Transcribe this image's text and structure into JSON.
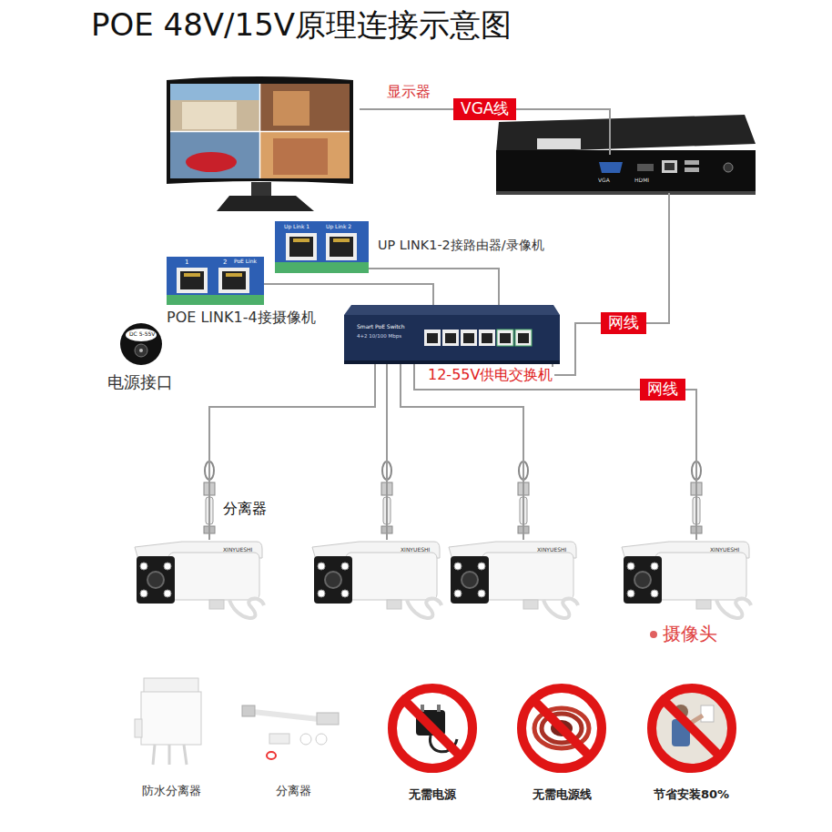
{
  "diagram": {
    "title": "POE 48V/15V原理连接示意图",
    "nodes": [
      {
        "text": [
          "显示器"
        ]
      },
      {
        "text": [
          "VGA",
          "HDMI"
        ]
      },
      {
        "text": [
          "Smart PoE Switch",
          "4+2 10/100 Mbps",
          "12-55V供电交换机"
        ]
      },
      {
        "text": [
          "Up Link 1",
          "Up Link 2",
          "UP LINK1-2接路由器/录像机"
        ]
      },
      {
        "text": [
          "1",
          "2",
          "PoE Link",
          "POE LINK1-4接摄像机"
        ]
      },
      {
        "text": [
          "DC 5-55V",
          "电源接口"
        ]
      },
      {
        "text": [
          "XINYUESHI"
        ]
      },
      {
        "text": [
          "XINYUESHI"
        ]
      },
      {
        "text": [
          "XINYUESHI"
        ]
      },
      {
        "text": [
          "XINYUESHI",
          "摄像头"
        ]
      }
    ],
    "edges": [
      {
        "from": 0,
        "to": 1,
        "arrow": "none",
        "label": "VGA线"
      },
      {
        "from": 1,
        "to": 2,
        "arrow": "none",
        "label": "网线"
      },
      {
        "from": 3,
        "to": 2,
        "arrow": "none"
      },
      {
        "from": 4,
        "to": 2,
        "arrow": "none"
      },
      {
        "from": 2,
        "to": 6,
        "arrow": "none"
      },
      {
        "from": 2,
        "to": 7,
        "arrow": "none"
      },
      {
        "from": 2,
        "to": 8,
        "arrow": "none"
      },
      {
        "from": 2,
        "to": 9,
        "arrow": "none",
        "label": "网线"
      }
    ],
    "labels": [
      "分离器",
      "防水分离器",
      "分离器",
      "无需电源",
      "无需电源线",
      "节省安装80%"
    ]
  }
}
